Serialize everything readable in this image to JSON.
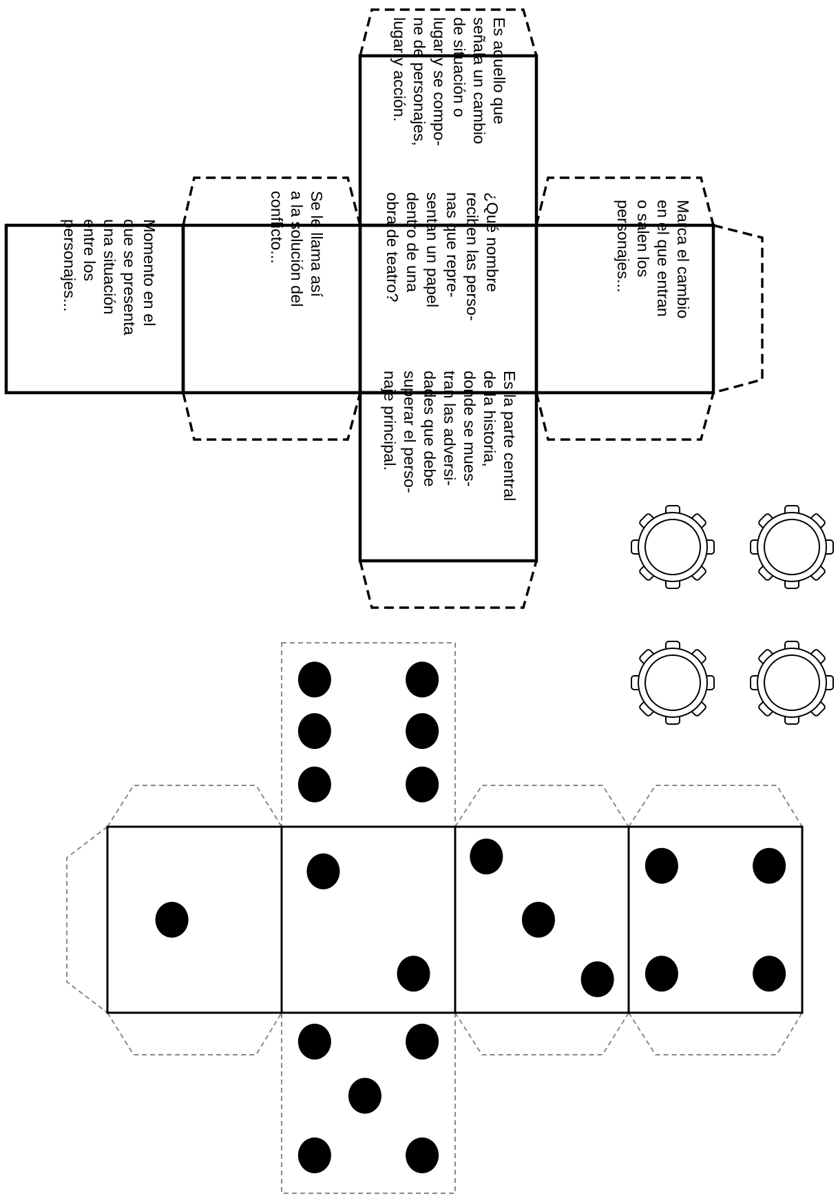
{
  "question_die": {
    "faces": {
      "top": "Es aquello que\nseñala un cambio\nde situación o\nlugar y se compo-\nne de personajes,\nlugar y acción.",
      "center": "¿Qué nombre\nreciben las perso-\nnas que repre-\nsentan un papel\ndentro de una\nobra de teatro?",
      "bottom": "Es la parte central\nde la historia,\ndonde se mues-\ntran las adversi-\ndades que debe\nsuperar el perso-\nnaje principal.",
      "right": "Marca el cambio\nen el que entran\no salen los\npersonajes...",
      "left_inner": "Se le llama así\na la solución del\nconflicto...",
      "left_outer": "Momento en el\nque se presenta\nuna situación\nentre los\npersonajes..."
    }
  },
  "tokens": {
    "count": 4
  },
  "number_die": {
    "faces": [
      {
        "face": "one",
        "pips": 1
      },
      {
        "face": "two",
        "pips": 2
      },
      {
        "face": "three",
        "pips": 3
      },
      {
        "face": "four",
        "pips": 4
      },
      {
        "face": "five",
        "pips": 5
      },
      {
        "face": "six",
        "pips": 6
      }
    ]
  }
}
